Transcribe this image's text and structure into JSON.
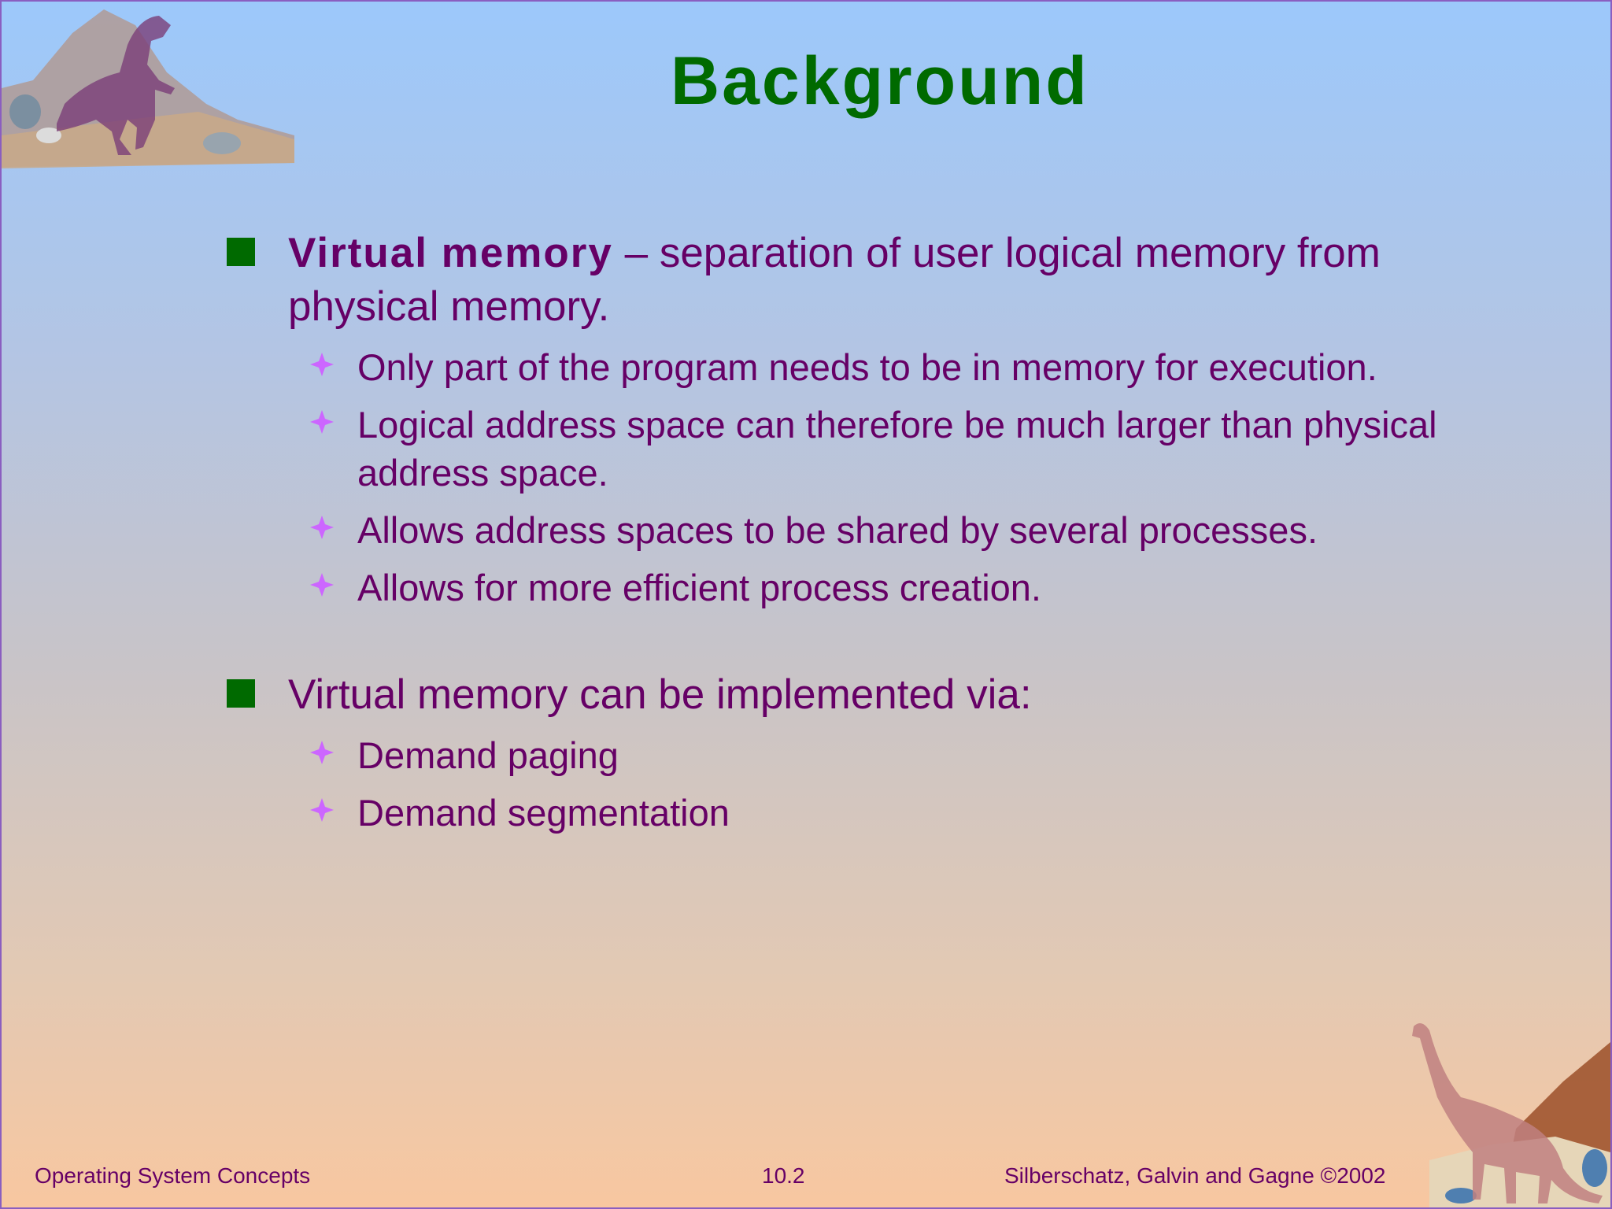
{
  "slide": {
    "title": "Background",
    "bullets": [
      {
        "bold": "Virtual memory",
        "text": " – separation of user logical memory from physical memory.",
        "sub": [
          "Only part of the program needs to be in memory for execution.",
          "Logical address space can therefore be much larger than physical address space.",
          "Allows address spaces to be shared by several processes.",
          "Allows for more efficient process creation."
        ]
      },
      {
        "bold": "",
        "text": "Virtual memory can be implemented via:",
        "sub": [
          "Demand paging",
          "Demand segmentation"
        ]
      }
    ]
  },
  "footer": {
    "left": "Operating System Concepts",
    "center": "10.2",
    "right": "Silberschatz, Galvin and  Gagne ©2002"
  },
  "colors": {
    "title": "#006a00",
    "text": "#660066",
    "bullet_square": "#006a00",
    "sub_bullet": "#cc66ff"
  }
}
